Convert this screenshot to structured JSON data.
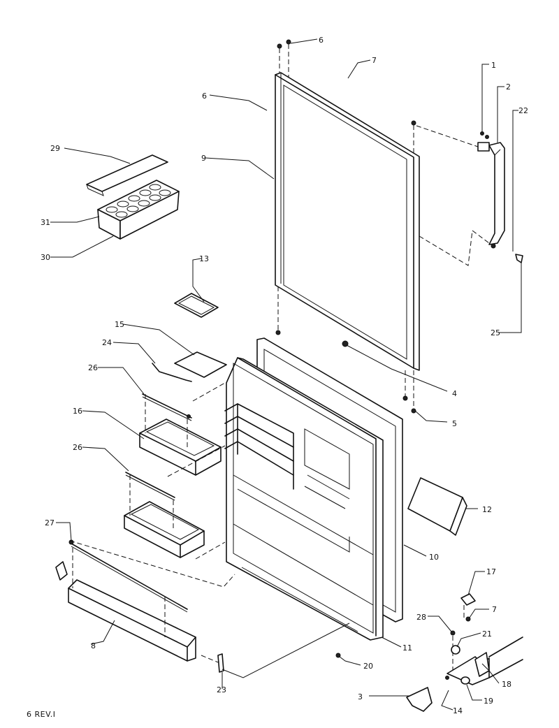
{
  "callouts": [
    "1",
    "2",
    "3",
    "4",
    "5",
    "6",
    "6",
    "7",
    "7",
    "8",
    "9",
    "10",
    "11",
    "12",
    "13",
    "14",
    "15",
    "16",
    "17",
    "18",
    "19",
    "20",
    "21",
    "22",
    "23",
    "24",
    "25",
    "26",
    "26",
    "27",
    "28",
    "29",
    "30",
    "31"
  ],
  "footer": "6 REV.I"
}
